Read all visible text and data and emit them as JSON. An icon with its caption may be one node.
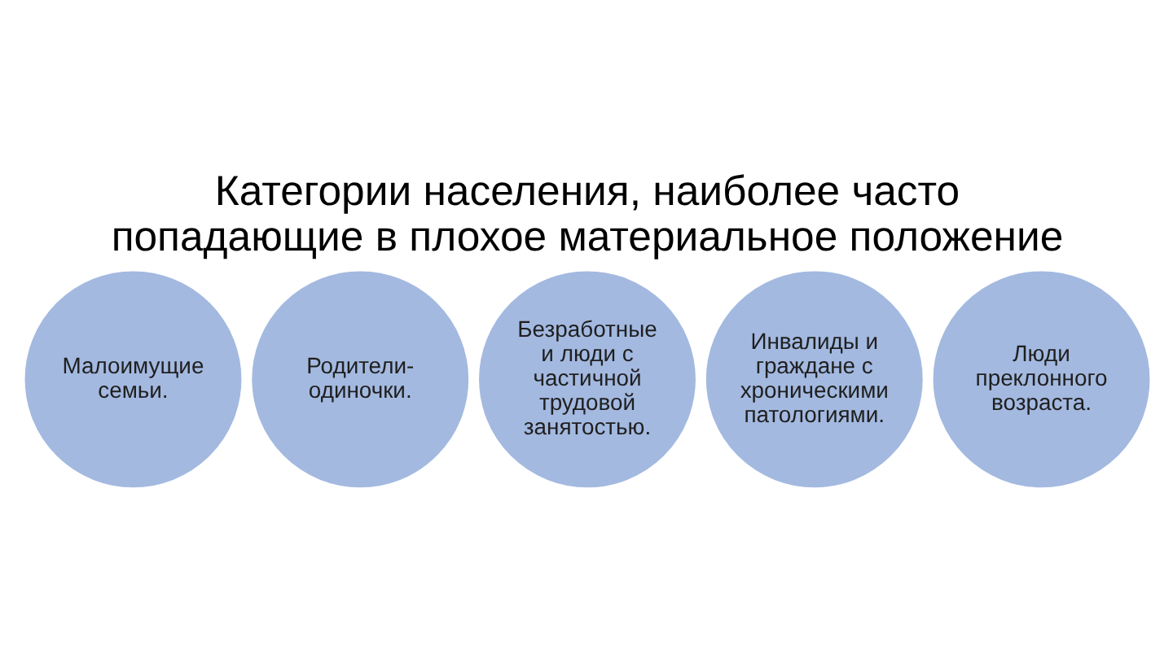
{
  "diagram": {
    "title": "Категории населения, наиболее часто попадающие в плохое материальное положение",
    "nodes": [
      {
        "text": [
          "Малоимущие семьи."
        ]
      },
      {
        "text": [
          "Родители-одиночки."
        ]
      },
      {
        "text": [
          "Безработные и люди с частичной трудовой занятостью."
        ]
      },
      {
        "text": [
          "Инвалиды и граждане с хроническими патологиями."
        ]
      },
      {
        "text": [
          "Люди преклонного возраста."
        ]
      }
    ]
  }
}
